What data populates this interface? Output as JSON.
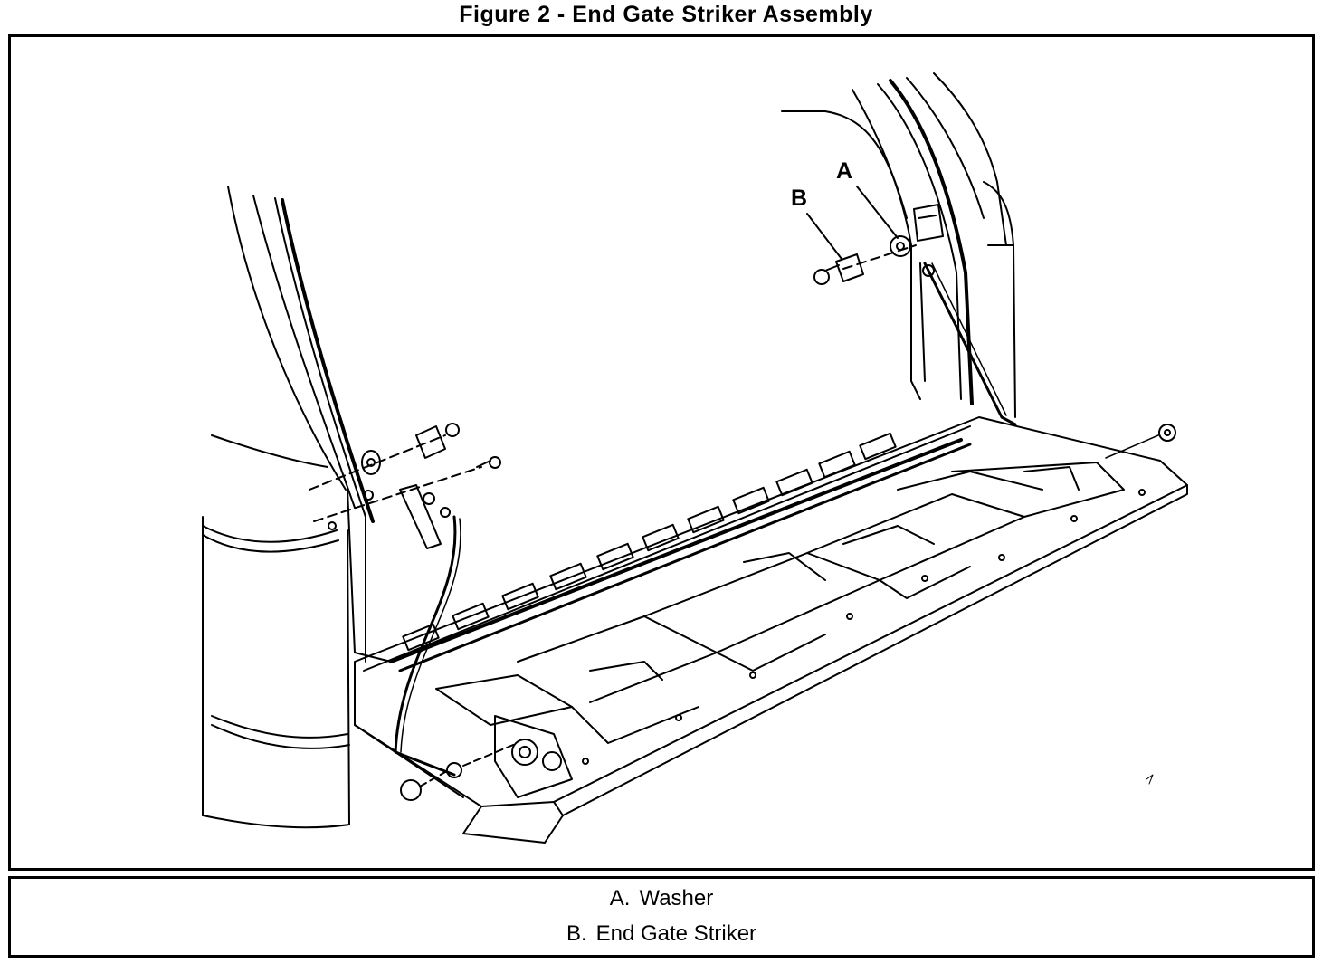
{
  "title": "Figure 2 - End Gate Striker Assembly",
  "callouts": [
    {
      "letter": "A"
    },
    {
      "letter": "B"
    }
  ],
  "legend": [
    {
      "key": "A.",
      "label": "Washer"
    },
    {
      "key": "B.",
      "label": "End Gate Striker"
    }
  ]
}
